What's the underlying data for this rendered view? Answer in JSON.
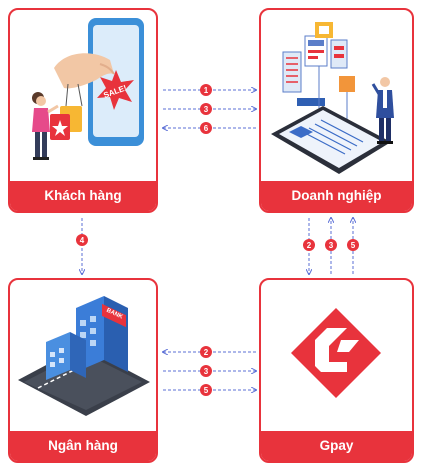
{
  "nodes": {
    "customer": {
      "label": "Khách hàng"
    },
    "business": {
      "label": "Doanh nghiệp"
    },
    "bank": {
      "label": "Ngân hàng"
    },
    "gpay": {
      "label": "Gpay"
    }
  },
  "customer_image": {
    "sale_sign": "SALE!"
  },
  "bank_image": {
    "building_sign": "BANK"
  },
  "steps": {
    "cust_biz": [
      "1",
      "3",
      "6"
    ],
    "cust_bank": [
      "4"
    ],
    "biz_gpay": [
      "2",
      "3",
      "5"
    ],
    "bank_gpay": [
      "2",
      "3",
      "5"
    ]
  },
  "colors": {
    "accent": "#e8333c",
    "arrow": "#5b6fd6"
  }
}
